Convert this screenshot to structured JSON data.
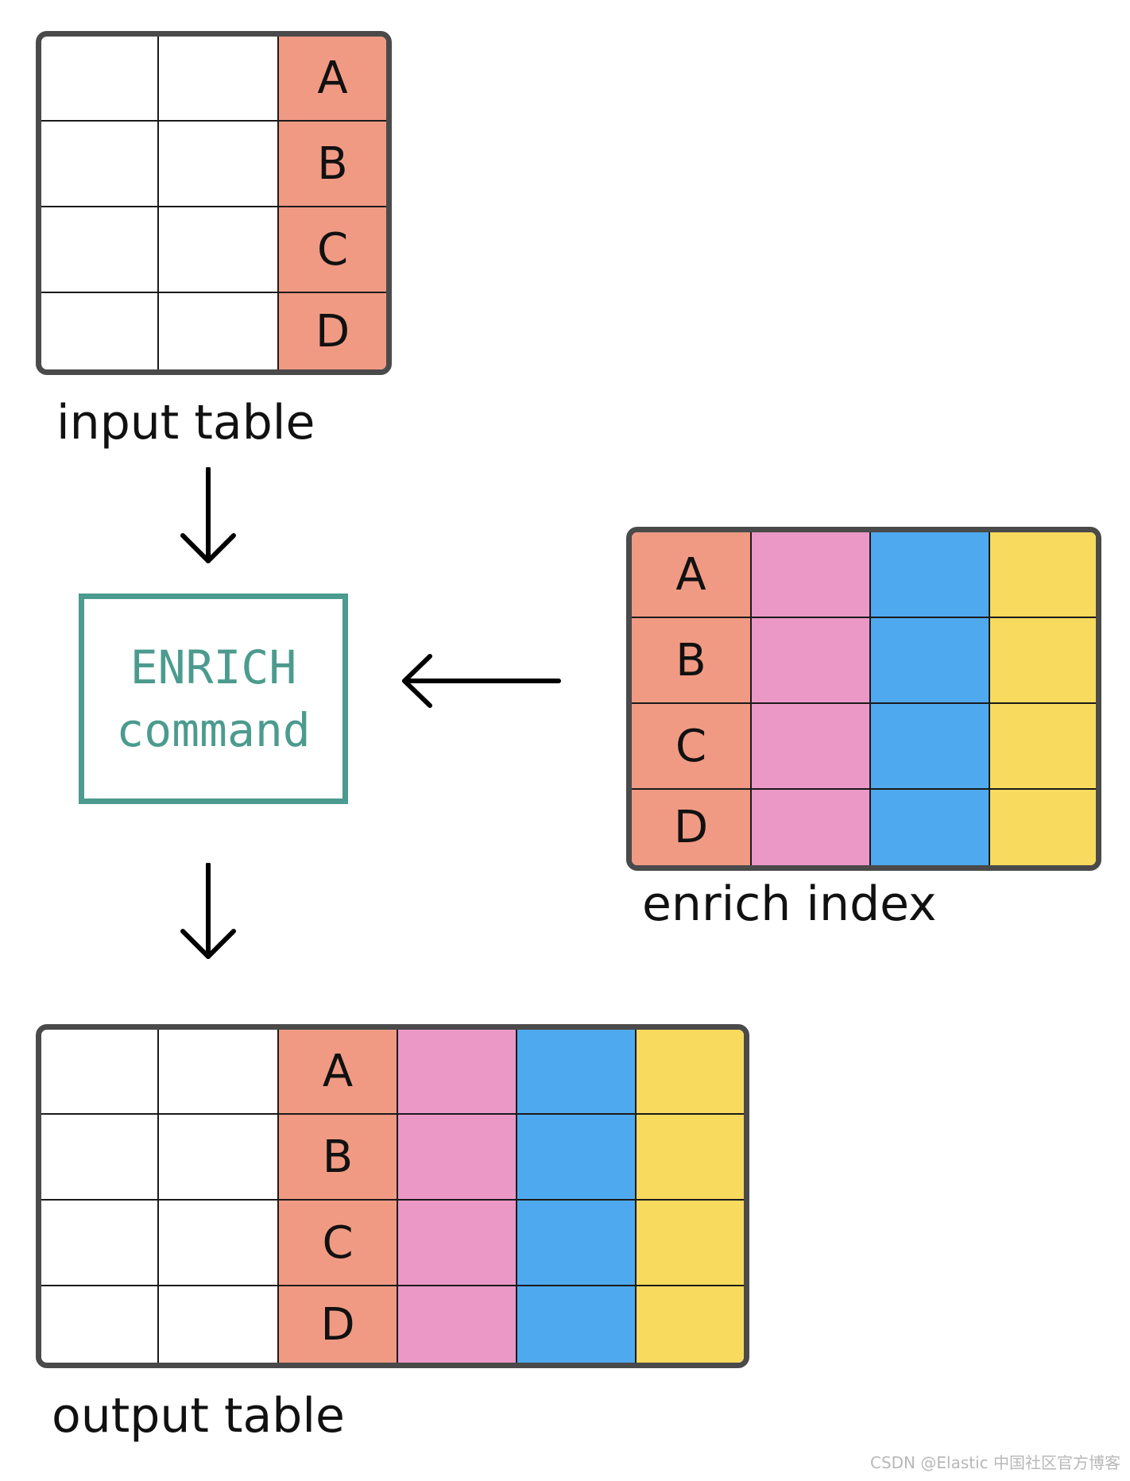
{
  "colors": {
    "key_column": "#f09a84",
    "pink_column": "#eb98c6",
    "blue_column": "#4fa9ee",
    "yellow_column": "#f7da5e",
    "enrich_teal": "#4b9b8e",
    "table_border": "#4a4a4a"
  },
  "keys": [
    "A",
    "B",
    "C",
    "D"
  ],
  "input_table": {
    "caption": "input table",
    "key_labels": [
      "A",
      "B",
      "C",
      "D"
    ]
  },
  "enrich_command": {
    "line1": "ENRICH",
    "line2": "command"
  },
  "enrich_index": {
    "caption": "enrich index",
    "key_labels": [
      "A",
      "B",
      "C",
      "D"
    ]
  },
  "output_table": {
    "caption": "output table",
    "key_labels": [
      "A",
      "B",
      "C",
      "D"
    ]
  },
  "watermark": "CSDN @Elastic 中国社区官方博客"
}
